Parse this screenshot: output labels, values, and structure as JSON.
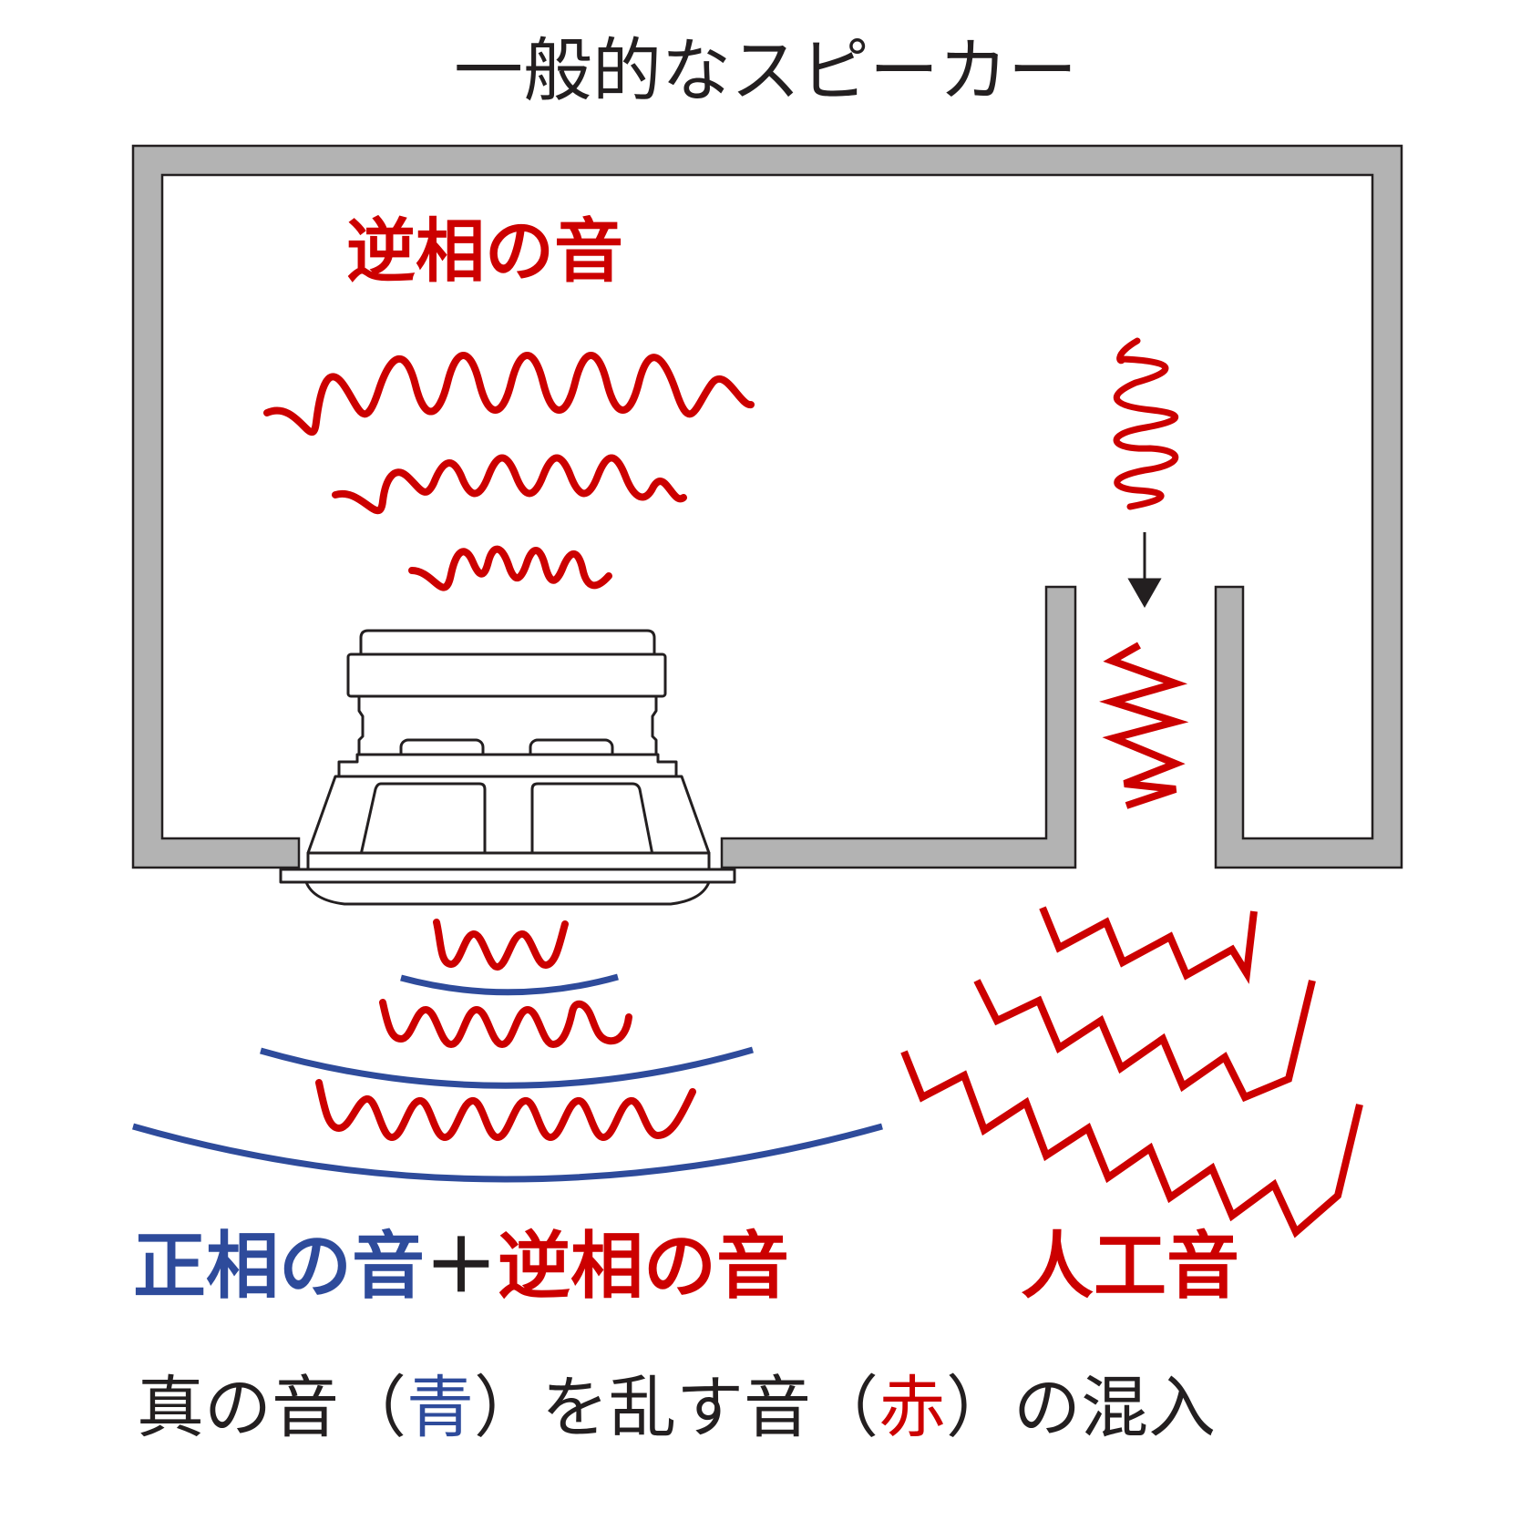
{
  "title": "一般的なスピーカー",
  "inner_label": "逆相の音",
  "combo": {
    "positive": "正相の音",
    "plus": "＋",
    "negative": "逆相の音"
  },
  "artificial_label": "人工音",
  "caption": {
    "p1": "真の音（",
    "blue": "青",
    "p2": "）を乱す音（",
    "red": "赤",
    "p3": "）の混入"
  },
  "colors": {
    "red": "#cc0000",
    "blue": "#2e4b9b",
    "text": "#231f20",
    "enclosure": "#b3b3b3"
  }
}
